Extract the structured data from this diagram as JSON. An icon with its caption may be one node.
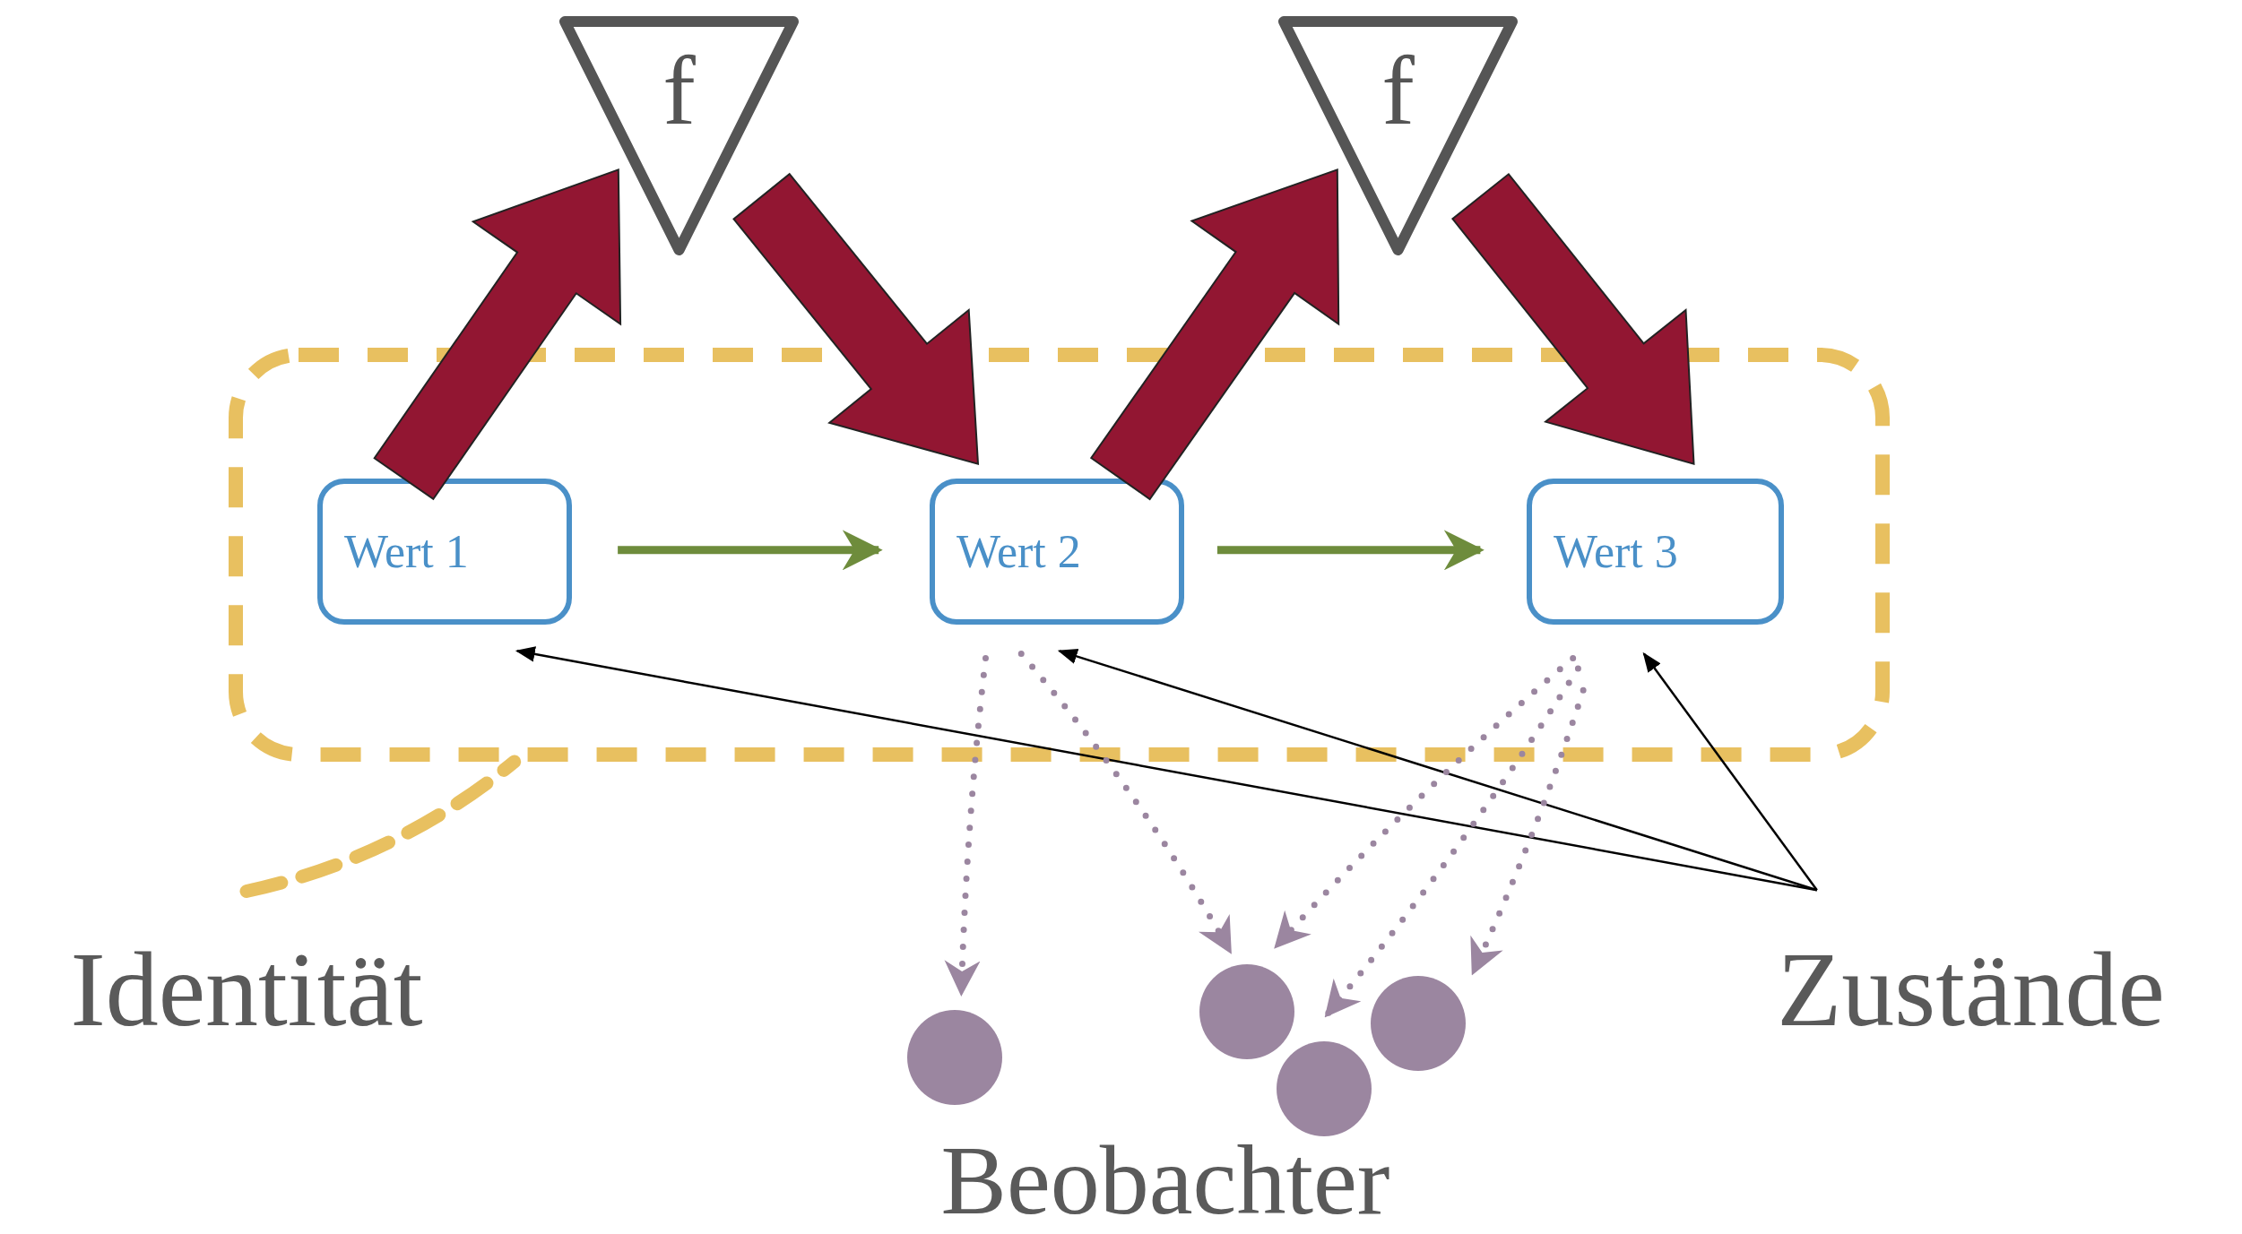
{
  "diagram": {
    "nodes": [
      {
        "text": [],
        "shape": "box"
      },
      {
        "text": [
          "Wert 1"
        ],
        "in": 0
      },
      {
        "text": [
          "Wert 2"
        ],
        "in": 0
      },
      {
        "text": [
          "Wert 3"
        ],
        "in": 0
      },
      {
        "text": [
          "f"
        ]
      },
      {
        "text": [
          "f"
        ]
      },
      {
        "text": [
          "Identität"
        ]
      },
      {
        "text": [
          "Zustände"
        ]
      },
      {
        "text": [],
        "shape": "circle"
      },
      {
        "text": [],
        "shape": "circle"
      },
      {
        "text": [],
        "shape": "circle"
      },
      {
        "text": [],
        "shape": "circle"
      }
    ],
    "edges": [
      {
        "from": 1,
        "to": 4,
        "arrow": "to",
        "style": "thick",
        "color": "#921632"
      },
      {
        "from": 4,
        "to": 2,
        "arrow": "to",
        "style": "thick",
        "color": "#921632"
      },
      {
        "from": 2,
        "to": 5,
        "arrow": "to",
        "style": "thick",
        "color": "#921632"
      },
      {
        "from": 5,
        "to": 3,
        "arrow": "to",
        "style": "thick",
        "color": "#921632"
      },
      {
        "from": 1,
        "to": 2,
        "arrow": "to",
        "color": "#6e8c3c"
      },
      {
        "from": 2,
        "to": 3,
        "arrow": "to",
        "color": "#6e8c3c"
      },
      {
        "from": 7,
        "to": 1,
        "arrow": "to",
        "color": "#000000"
      },
      {
        "from": 7,
        "to": 2,
        "arrow": "to",
        "color": "#000000"
      },
      {
        "from": 7,
        "to": 3,
        "arrow": "to",
        "color": "#000000"
      },
      {
        "from": 2,
        "to": 8,
        "arrow": "to",
        "style": "dashed"
      },
      {
        "from": 2,
        "to": 9,
        "arrow": "to",
        "style": "dashed"
      },
      {
        "from": 3,
        "to": 9,
        "arrow": "to",
        "style": "dashed"
      },
      {
        "from": 3,
        "to": 10,
        "arrow": "to",
        "style": "dashed"
      },
      {
        "from": 3,
        "to": 11,
        "arrow": "to",
        "style": "dashed"
      },
      {
        "from": 6,
        "to": 0,
        "arrow": "none",
        "style": "dashed",
        "color": "#e8c060"
      }
    ],
    "labels": [
      "Beobachter"
    ]
  }
}
